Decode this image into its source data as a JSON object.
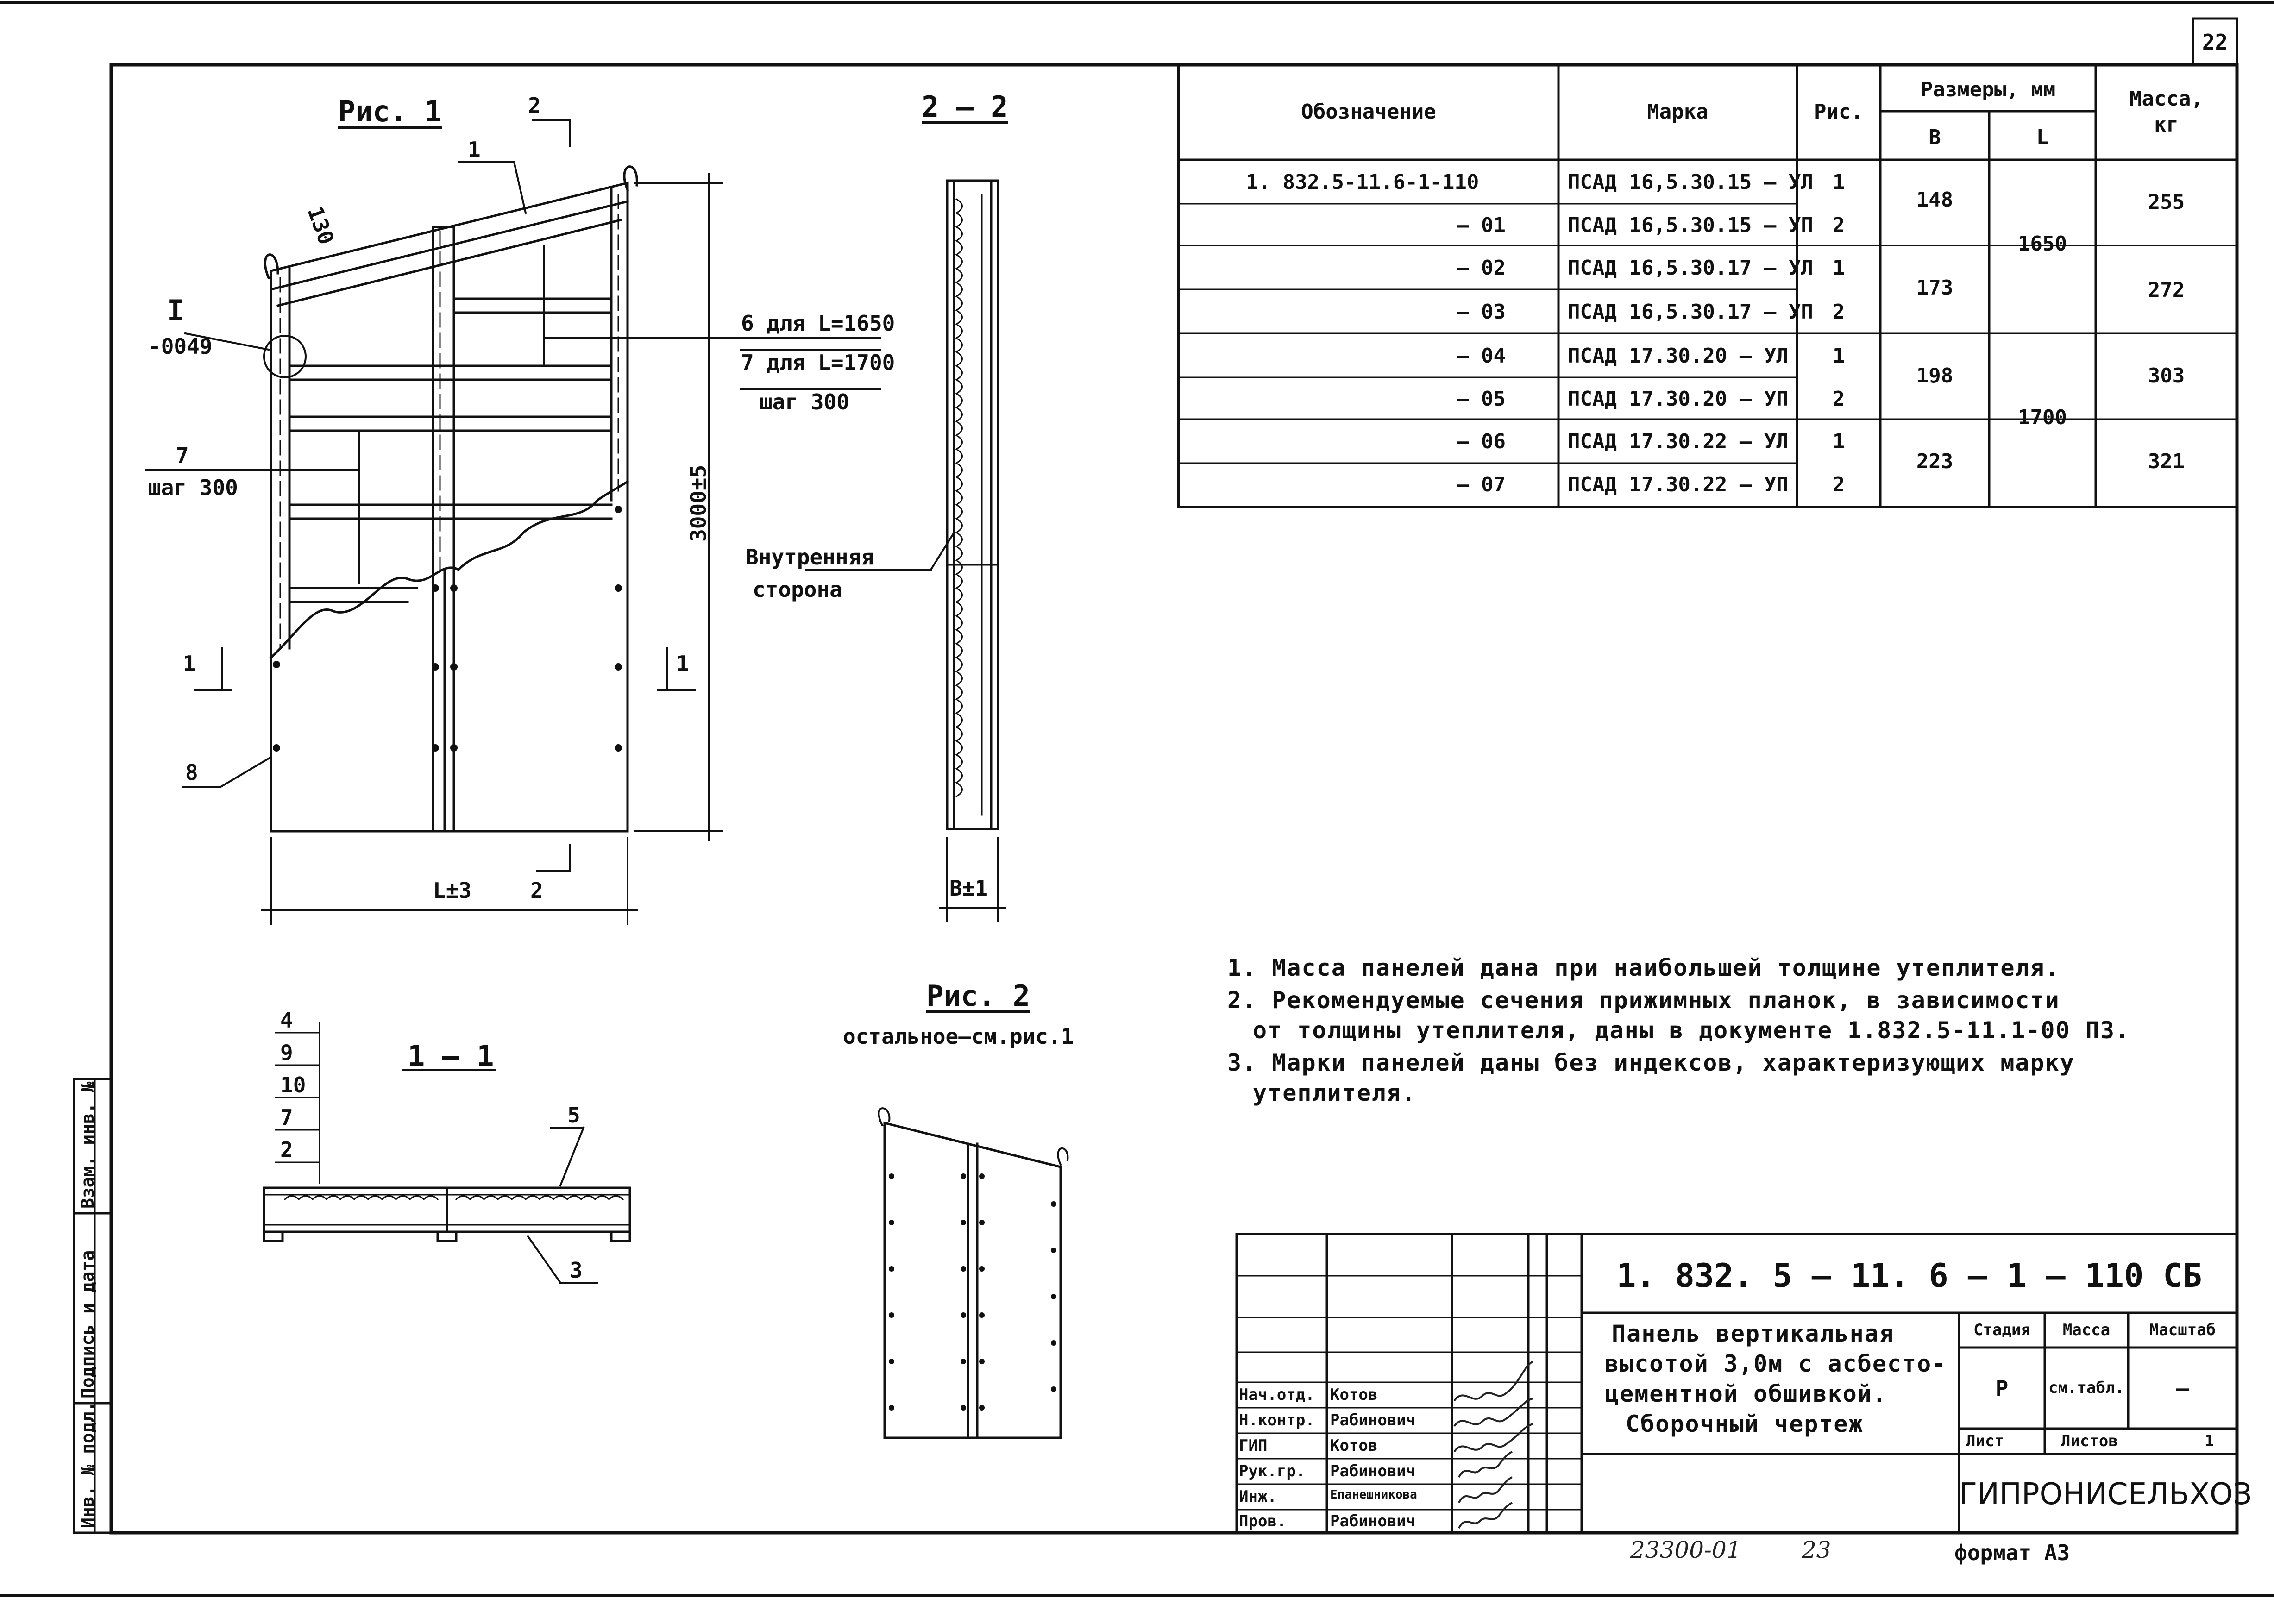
{
  "sheet": {
    "number": "22",
    "archive_no": "23300-01",
    "archive_sheet": "23",
    "format": "формат А3"
  },
  "side_stamp": [
    "Инв. № подл.",
    "Подпись и дата",
    "Взам. инв. №"
  ],
  "fig1": {
    "title": "Рис. 1",
    "section_mark": "2",
    "callout_1": "1",
    "dim_130": "130",
    "node_I": "I",
    "node_ref": "-0049",
    "label_7": "7",
    "step_300": "шаг 300",
    "label_8": "8",
    "section_1": "1",
    "height_dim": "3000±5",
    "width_dim": "L±3",
    "lead_6": "6 для L=1650",
    "lead_7": "7 для L=1700",
    "lead_step": "шаг 300"
  },
  "sec22": {
    "title": "2 – 2",
    "inner_side": [
      "Внутренняя",
      "сторона"
    ],
    "b_dim": "B±1"
  },
  "sec11": {
    "title": "1 – 1",
    "callouts": [
      "4",
      "9",
      "10",
      "7",
      "2"
    ],
    "c5": "5",
    "c3": "3"
  },
  "fig2": {
    "title": "Рис. 2",
    "subtitle": "остальное–см.рис.1"
  },
  "table": {
    "headers": {
      "designation": "Обозначение",
      "brand": "Марка",
      "fig": "Рис.",
      "sizes": "Размеры, мм",
      "b": "B",
      "l": "L",
      "mass": [
        "Масса,",
        "кг"
      ]
    },
    "rows": [
      {
        "designation": "1. 832.5-11.6-1-110",
        "brand": "ПСАД 16,5.30.15 – УЛ",
        "fig": "1"
      },
      {
        "designation": "– 01",
        "brand": "ПСАД 16,5.30.15 – УП",
        "fig": "2"
      },
      {
        "designation": "– 02",
        "brand": "ПСАД 16,5.30.17 – УЛ",
        "fig": "1"
      },
      {
        "designation": "– 03",
        "brand": "ПСАД 16,5.30.17 – УП",
        "fig": "2"
      },
      {
        "designation": "– 04",
        "brand": "ПСАД 17.30.20 – УЛ",
        "fig": "1"
      },
      {
        "designation": "– 05",
        "brand": "ПСАД 17.30.20 – УП",
        "fig": "2"
      },
      {
        "designation": "– 06",
        "brand": "ПСАД 17.30.22 – УЛ",
        "fig": "1"
      },
      {
        "designation": "– 07",
        "brand": "ПСАД 17.30.22 – УП",
        "fig": "2"
      }
    ],
    "b_values": [
      "148",
      "173",
      "198",
      "223"
    ],
    "l_values": [
      "1650",
      "1700"
    ],
    "mass_values": [
      "255",
      "272",
      "303",
      "321"
    ]
  },
  "notes": [
    "1. Масса панелей дана при наибольшей толщине утеплителя.",
    "2. Рекомендуемые сечения прижимных планок, в зависимости",
    "от толщины утеплителя, даны в документе 1.832.5-11.1-00 ПЗ.",
    "3. Марки панелей даны без индексов, характеризующих марку",
    "утеплителя."
  ],
  "title_block": {
    "code": "1. 832. 5 – 11. 6 – 1 – 110 СБ",
    "description": [
      "Панель вертикальная",
      "высотой 3,0м с асбесто-",
      "цементной обшивкой.",
      "Сборочный чертеж"
    ],
    "stage_h": "Стадия",
    "mass_h": "Масса",
    "scale_h": "Масштаб",
    "stage": "Р",
    "mass": "см.табл.",
    "scale": "—",
    "sheet_h": "Лист",
    "sheets_h": "Листов",
    "sheets": "1",
    "org": "ГИПРОНИСЕЛЬХОЗ",
    "roles": [
      {
        "role": "Нач.отд.",
        "name": "Котов"
      },
      {
        "role": "Н.контр.",
        "name": "Рабинович"
      },
      {
        "role": "ГИП",
        "name": "Котов"
      },
      {
        "role": "Рук.гр.",
        "name": "Рабинович"
      },
      {
        "role": "Инж.",
        "name": "Епанешникова"
      },
      {
        "role": "Пров.",
        "name": "Рабинович"
      }
    ]
  }
}
